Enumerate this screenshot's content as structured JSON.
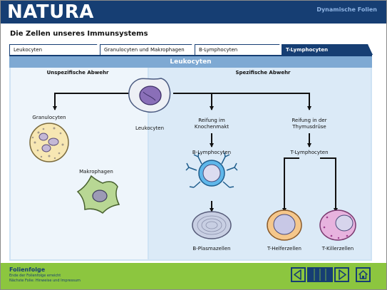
{
  "app": {
    "logo": "NATURA",
    "subtitle": "Dynamische Folien"
  },
  "page": {
    "title": "Die Zellen unseres Immunsystems"
  },
  "tabs": [
    {
      "label": "Leukocyten",
      "active": false
    },
    {
      "label": "Granulocyten und Makrophagen",
      "active": false
    },
    {
      "label": "B-Lymphocyten",
      "active": false
    },
    {
      "label": "T-Lymphocyten",
      "active": true
    }
  ],
  "section": {
    "header": "Leukocyten",
    "left_heading": "Unspezifische Abwehr",
    "right_heading": "Spezifische Abwehr"
  },
  "diagram": {
    "leukocyte": "Leukocyten",
    "granulocyte": "Granulocyten",
    "macrophage": "Makrophagen",
    "bone_marrow_line1": "Reifung im",
    "bone_marrow_line2": "Knochenmakt",
    "thymus_line1": "Reifung in der",
    "thymus_line2": "Thymusdrüse",
    "b_lymph": "B-Lymphocyten",
    "t_lymph": "T-Lymphocyten",
    "plasma": "B-Plasmazellen",
    "helper": "T-Helferzellen",
    "killer": "T-Killerzellen"
  },
  "footer": {
    "title": "Folienfolge",
    "line1": "Ende der Folienfolge erreicht",
    "line2": "Nächste Folie: Hinweise und Impressum"
  },
  "nav_icons": [
    "prev-arrow-icon",
    "slide-progress-bar",
    "next-arrow-icon",
    "home-icon"
  ],
  "colors": {
    "brand": "#163e73",
    "footer": "#8cc63f",
    "section": "#7ea9d3",
    "panel": "#cfe3f4"
  }
}
